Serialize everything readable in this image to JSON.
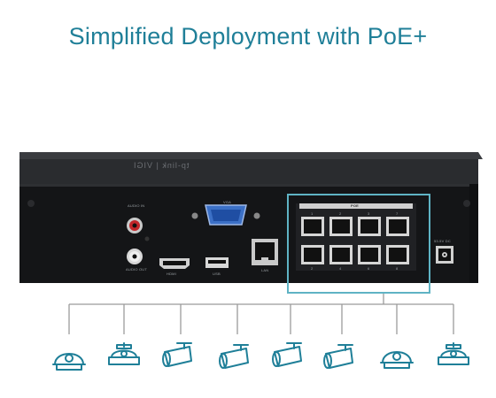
{
  "headline": "Simplified Deployment with PoE+",
  "device": {
    "brand_text": "tp-link | VIGI",
    "ports": {
      "audio_in": "AUDIO IN",
      "audio_out": "AUDIO OUT",
      "vga": "VGA",
      "hdmi": "HDMI",
      "usb": "USB",
      "lan": "LAN",
      "poe": "PoE",
      "dc": "53.5V DC",
      "poe_numbers_top": [
        "1",
        "2",
        "3",
        "7"
      ],
      "poe_numbers_bottom": [
        "2",
        "4",
        "6",
        "8"
      ]
    },
    "highlight_color": "#5fb3c4",
    "body_color": "#1b1c1e"
  },
  "cameras": [
    {
      "type": "dome",
      "icon": "dome-camera-icon"
    },
    {
      "type": "turret",
      "icon": "turret-camera-icon"
    },
    {
      "type": "bullet",
      "icon": "bullet-camera-icon"
    },
    {
      "type": "bullet",
      "icon": "bullet-camera-icon"
    },
    {
      "type": "bullet",
      "icon": "bullet-camera-icon"
    },
    {
      "type": "bullet",
      "icon": "bullet-camera-icon"
    },
    {
      "type": "dome",
      "icon": "dome-camera-icon"
    },
    {
      "type": "turret",
      "icon": "turret-camera-icon"
    }
  ]
}
